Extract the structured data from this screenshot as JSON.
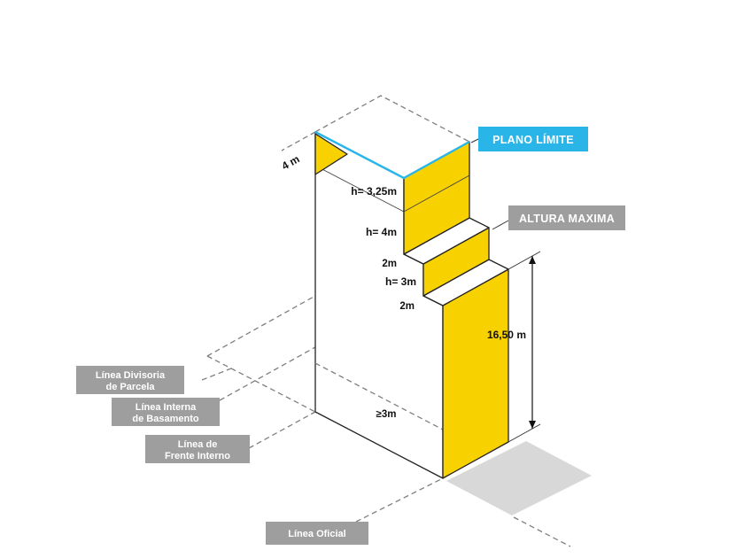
{
  "diagram": {
    "callouts": {
      "plano_limite": "PLANO LÍMITE",
      "altura_maxima": "ALTURA MAXIMA"
    },
    "dimensions": {
      "top_plane_width": "4 m",
      "block_top_height": "h= 3,25m",
      "block_upper_height": "h= 4m",
      "setback_upper": "2m",
      "block_mid_height": "h= 3m",
      "setback_lower": "2m",
      "max_height": "16,50 m",
      "rear_min_depth": "≥3m"
    },
    "ground_labels": {
      "divisoria": {
        "line1": "Línea Divisoria",
        "line2": "de Parcela"
      },
      "basamento": {
        "line1": "Línea Interna",
        "line2": "de Basamento"
      },
      "frente_interno": {
        "line1": "Línea de",
        "line2": "Frente Interno"
      },
      "oficial": "Línea Oficial"
    },
    "colors": {
      "facade_yellow": "#f8d200",
      "limit_plane_cyan": "#29b5e8",
      "label_gray": "#9e9e9e",
      "sidewalk_gray": "#d8d8d8"
    }
  }
}
